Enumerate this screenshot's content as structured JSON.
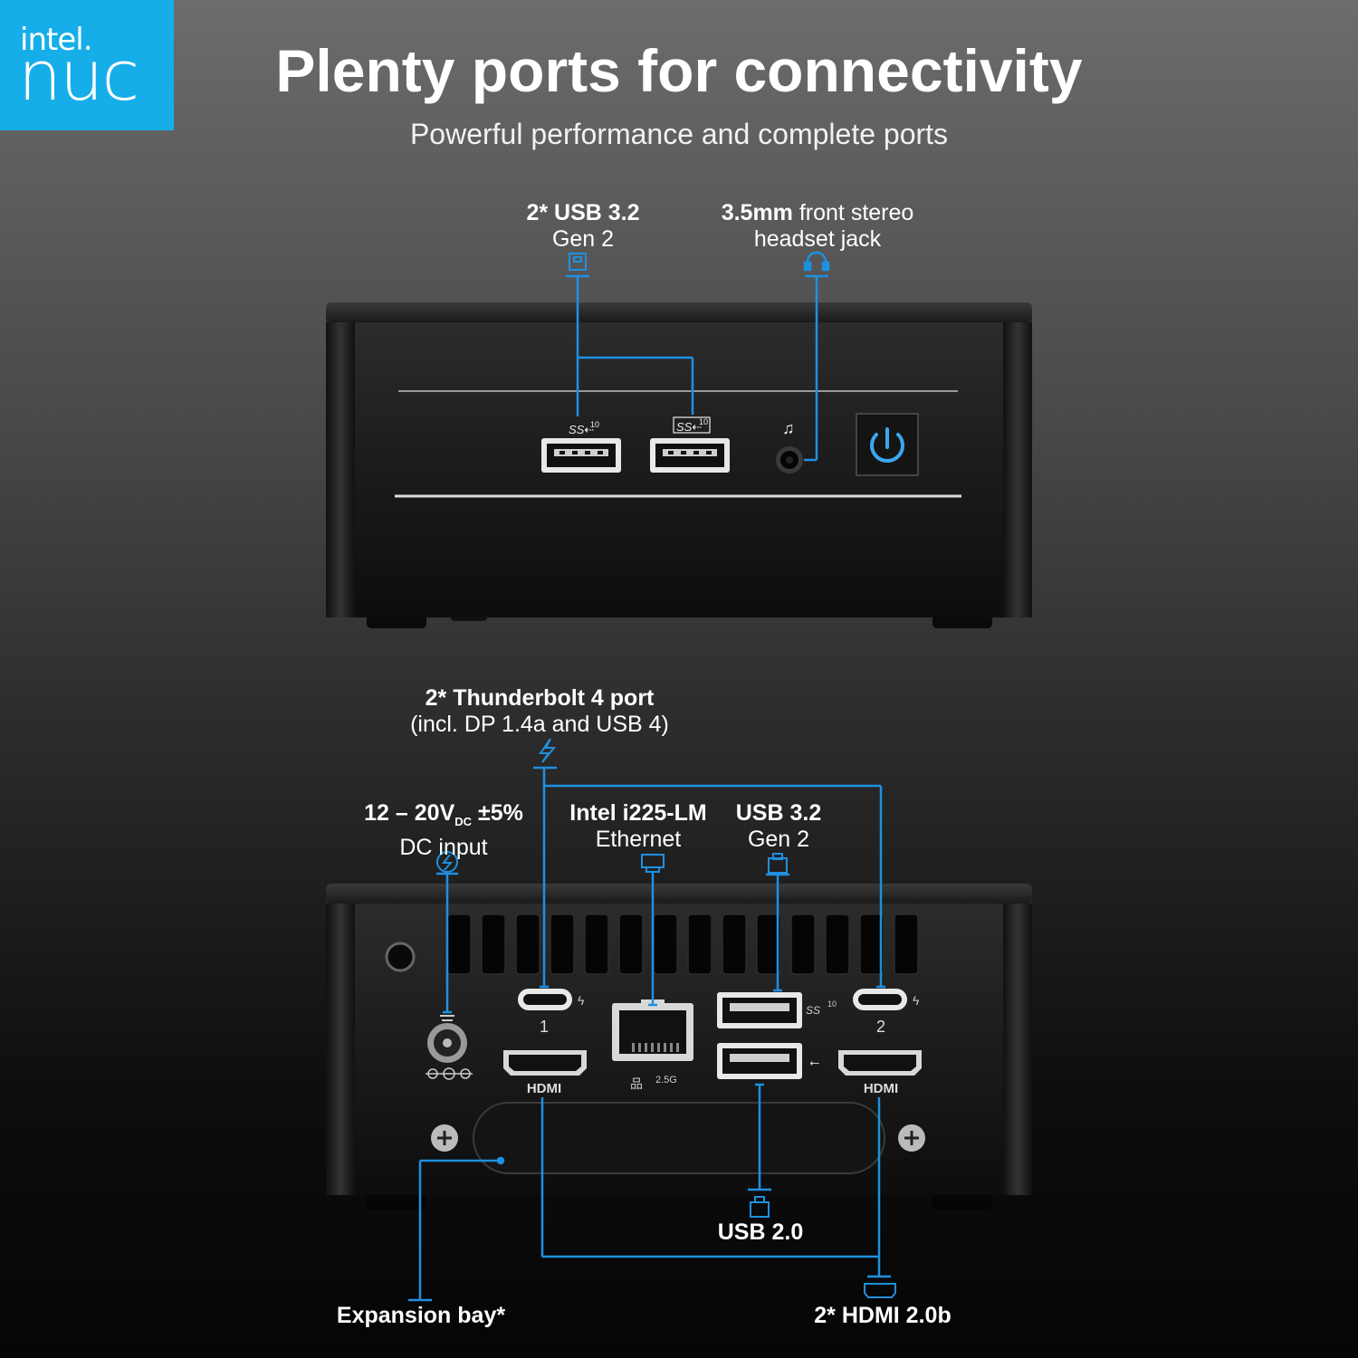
{
  "brand": {
    "line1": "intel.",
    "line2": "nuc",
    "color": "#16aee8"
  },
  "heading": {
    "title": "Plenty ports for connectivity",
    "subtitle": "Powerful performance and complete ports"
  },
  "front_labels": {
    "usb_bold": "2* USB 3.2",
    "usb_sub": "Gen 2",
    "audio_bold": "3.5mm",
    "audio_rest": " front stereo",
    "audio_line2": "headset jack"
  },
  "rear_labels": {
    "tb_line1": "2* Thunderbolt 4 port",
    "tb_line2": "(incl. DP 1.4a and USB 4)",
    "dc_main": "12 – 20V",
    "dc_sub": "DC",
    "dc_tol": " ±5%",
    "dc_line2": "DC input",
    "eth_line1": "Intel i225-LM",
    "eth_line2": "Ethernet",
    "usb32_line1": "USB 3.2",
    "usb32_line2": "Gen 2",
    "usb20": "USB 2.0",
    "expansion": "Expansion bay*",
    "hdmi": "2* HDMI 2.0b"
  },
  "device_marks": {
    "port1": "1",
    "port2": "2",
    "hdmi_left": "HDMI",
    "hdmi_right": "HDMI",
    "eth_speed": "2.5G",
    "ss_mark": "SS",
    "ss_num": "10"
  },
  "colors": {
    "accent": "#1e90e0",
    "device": "#1a1a1a",
    "power_ring": "#3aa8f0"
  }
}
